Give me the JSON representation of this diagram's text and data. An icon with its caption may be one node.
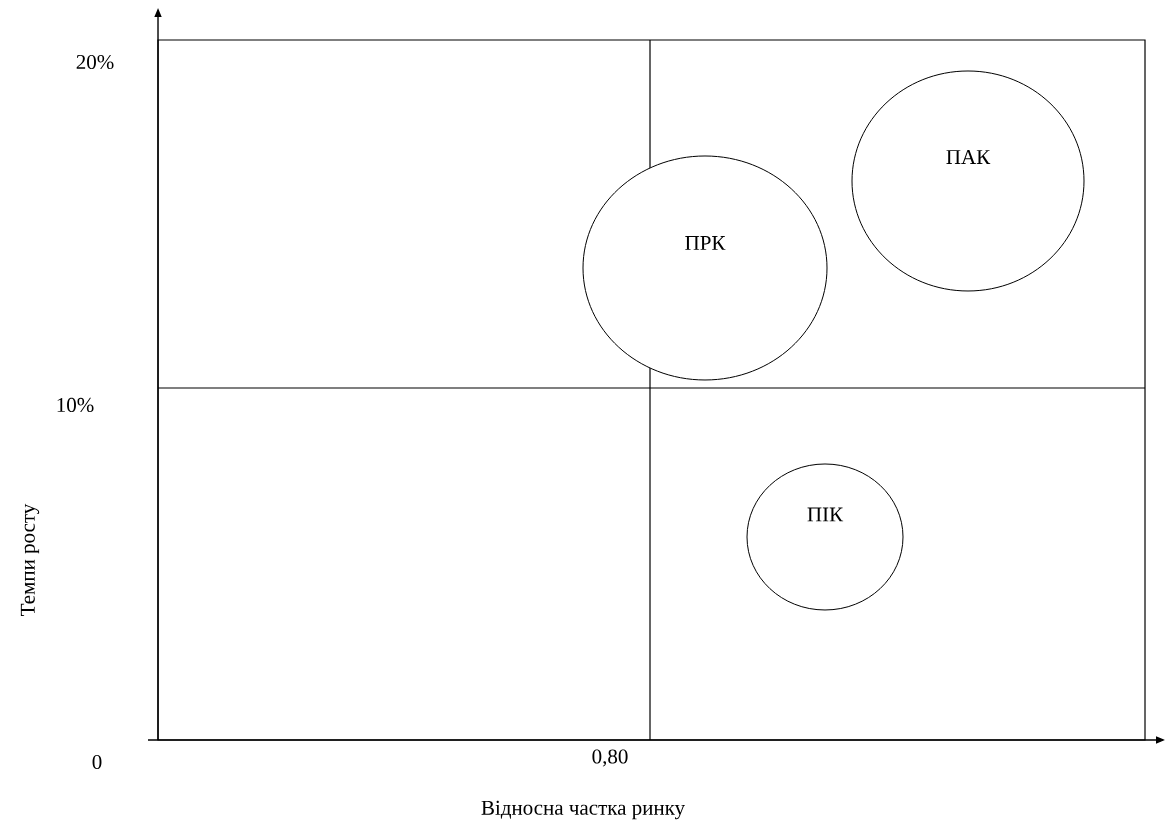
{
  "diagram": {
    "nodes": [
      {
        "text": [
          "ПРК"
        ]
      },
      {
        "text": [
          "ПАК"
        ]
      },
      {
        "text": [
          "ПІК"
        ]
      }
    ],
    "labels": [
      "20%",
      "10%",
      "0",
      "0,80",
      "Темпи росту",
      "Відносна частка ринку"
    ]
  }
}
